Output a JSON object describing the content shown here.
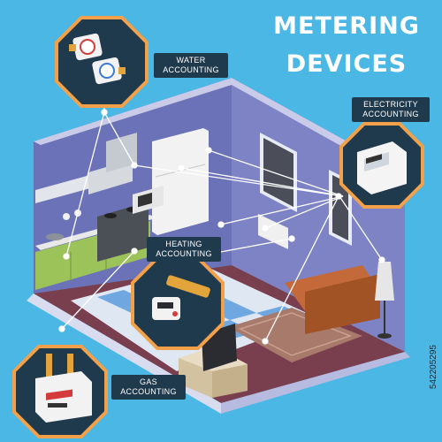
{
  "title": {
    "line1": "METERING",
    "line2": "DEVICES"
  },
  "labels": {
    "water": [
      "WATER",
      "ACCOUNTING"
    ],
    "electricity": [
      "ELECTRICITY",
      "ACCOUNTING"
    ],
    "heating": [
      "HEATING",
      "ACCOUNTING"
    ],
    "gas": [
      "GAS",
      "ACCOUNTING"
    ]
  },
  "stock_id": "542205295",
  "colors": {
    "background": "#4bb7e4",
    "badge_fill": "#1f3a4d",
    "badge_ring": "#f2a04a",
    "wall": "#7d83c4",
    "floor_tile_light": "#dfe7f3",
    "floor_tile_blue": "#6fa8e0",
    "carpet": "#a87a6b",
    "sofa": "#c46a3a",
    "cabinets": "#9cc35a"
  },
  "icons": [
    "water-meter-icon",
    "electricity-meter-icon",
    "heating-meter-icon",
    "gas-meter-icon"
  ]
}
